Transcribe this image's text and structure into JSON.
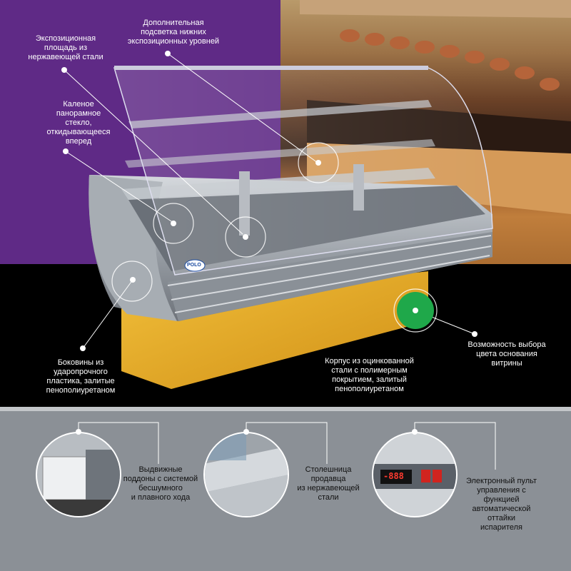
{
  "brand": "POLO",
  "colors": {
    "purple": "#5f2a86",
    "black": "#000000",
    "gray_panel": "#8b9096",
    "yellow_base": "#e4a923",
    "green_dot": "#1fa84a"
  },
  "callouts": {
    "display_area": [
      "Экспозиционная",
      "площадь из",
      "нержавеющей стали"
    ],
    "lighting": [
      "Дополнительная",
      "подсветка нижних",
      "экспозиционных уровней"
    ],
    "glass": [
      "Каленое",
      "панорамное",
      "стекло,",
      "откидывающееся",
      "вперед"
    ],
    "sides": [
      "Боковины из",
      "ударопрочного",
      "пластика, залитые",
      "пенополиуретаном"
    ],
    "body": [
      "Корпус из оцинкованной",
      "стали с полимерным",
      "покрытием, залитый",
      "пенополиуретаном"
    ],
    "color_choice": [
      "Возможность выбора",
      "цвета основания",
      "витрины"
    ]
  },
  "features": {
    "trays": [
      "Выдвижные",
      "поддоны с системой",
      "бесшумного",
      "и плавного хода"
    ],
    "countertop": [
      "Столешница",
      "продавца",
      "из нержавеющей",
      "стали"
    ],
    "controller": [
      "Электронный пульт",
      "управления с",
      "функцией",
      "автоматической",
      "оттайки",
      "испарителя"
    ]
  },
  "controller_display": "-888"
}
